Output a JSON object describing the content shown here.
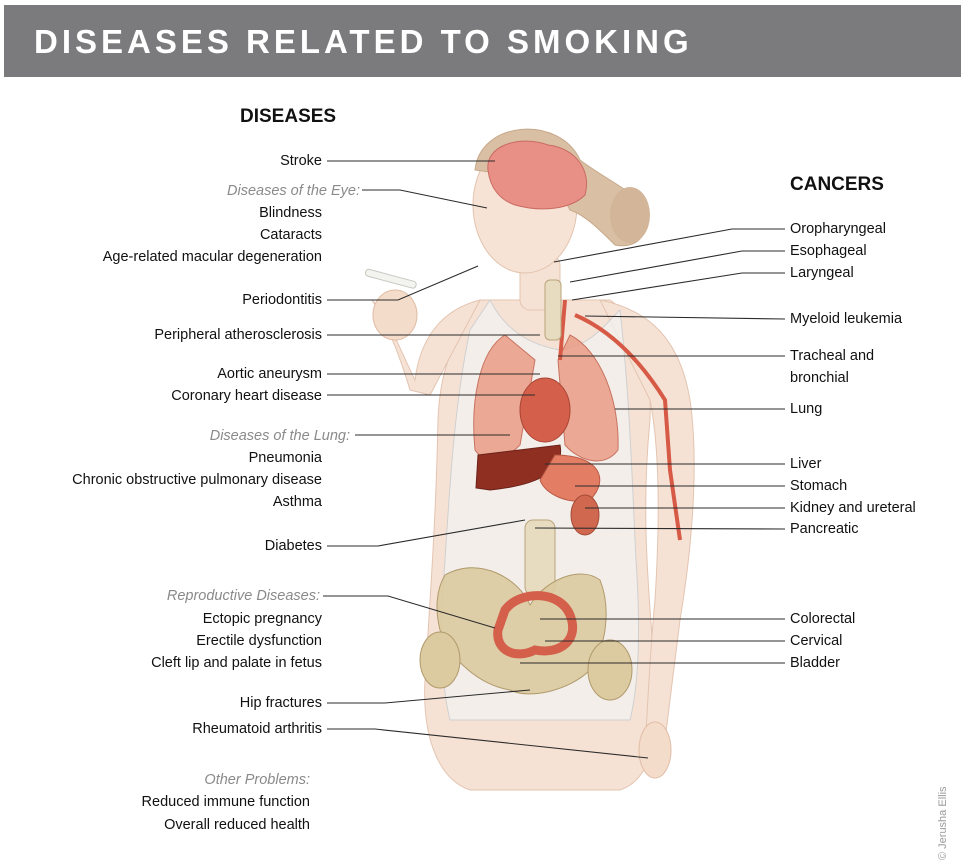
{
  "title": "DISEASES RELATED TO SMOKING",
  "diseases_heading": "DISEASES",
  "cancers_heading": "CANCERS",
  "diseases": [
    {
      "text": "Stroke",
      "kind": "item"
    },
    {
      "text": "Diseases of the Eye:",
      "kind": "category"
    },
    {
      "text": "Blindness",
      "kind": "item"
    },
    {
      "text": "Cataracts",
      "kind": "item"
    },
    {
      "text": "Age-related macular degeneration",
      "kind": "item"
    },
    {
      "text": "Periodontitis",
      "kind": "item"
    },
    {
      "text": "Peripheral atherosclerosis",
      "kind": "item"
    },
    {
      "text": "Aortic aneurysm",
      "kind": "item"
    },
    {
      "text": "Coronary heart disease",
      "kind": "item"
    },
    {
      "text": "Diseases of the Lung:",
      "kind": "category"
    },
    {
      "text": "Pneumonia",
      "kind": "item"
    },
    {
      "text": "Chronic obstructive pulmonary disease",
      "kind": "item"
    },
    {
      "text": "Asthma",
      "kind": "item"
    },
    {
      "text": "Diabetes",
      "kind": "item"
    },
    {
      "text": "Reproductive Diseases:",
      "kind": "category"
    },
    {
      "text": "Ectopic pregnancy",
      "kind": "item"
    },
    {
      "text": "Erectile dysfunction",
      "kind": "item"
    },
    {
      "text": "Cleft lip and palate in fetus",
      "kind": "item"
    },
    {
      "text": "Hip fractures",
      "kind": "item"
    },
    {
      "text": "Rheumatoid arthritis",
      "kind": "item"
    },
    {
      "text": "Other Problems:",
      "kind": "category"
    },
    {
      "text": "Reduced immune function",
      "kind": "item"
    },
    {
      "text": "Overall reduced health",
      "kind": "item"
    }
  ],
  "cancers": [
    "Oropharyngeal",
    "Esophageal",
    "Laryngeal",
    "Myeloid leukemia",
    "Tracheal and",
    "bronchial",
    "Lung",
    "Liver",
    "Stomach",
    "Kidney and ureteral",
    "Pancreatic",
    "Colorectal",
    "Cervical",
    "Bladder"
  ],
  "credit": "© Jerusha Ellis",
  "colors": {
    "banner": "#7b7b7d",
    "skin": "#f4dccb",
    "organ": "#d9705a",
    "liver": "#8e2f22",
    "bone": "#d8c79a",
    "leader_line": "#2b2b2b"
  }
}
